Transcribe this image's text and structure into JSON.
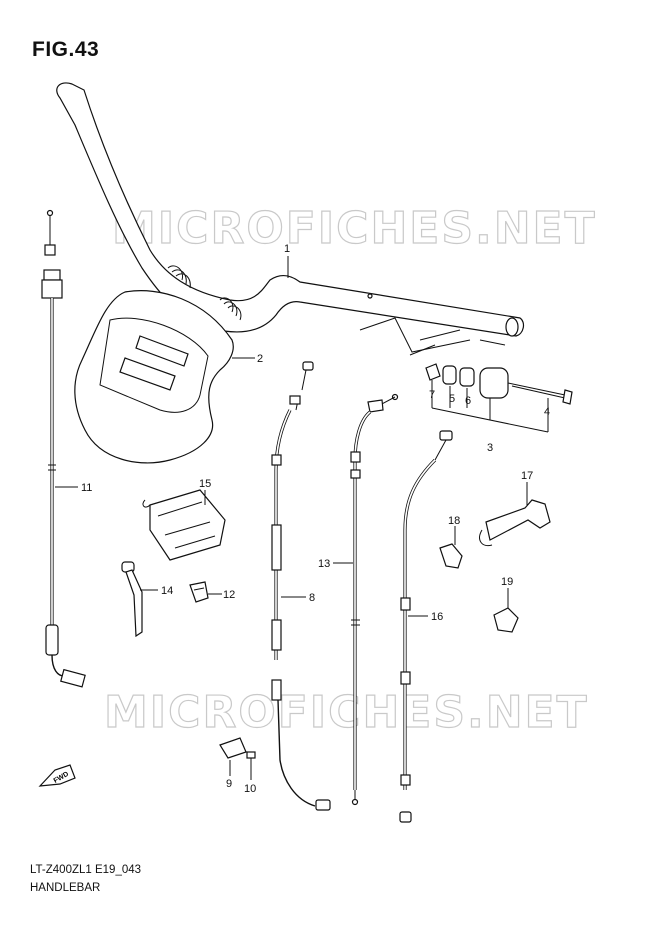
{
  "figure": {
    "title": "FIG.43",
    "model_code": "LT-Z400ZL1 E19_043",
    "name": "HANDLEBAR",
    "watermark": "MICROFICHES.NET",
    "direction_label": "FWD"
  },
  "callouts": [
    {
      "id": "c1",
      "label": "1"
    },
    {
      "id": "c2",
      "label": "2"
    },
    {
      "id": "c3",
      "label": "3"
    },
    {
      "id": "c4",
      "label": "4"
    },
    {
      "id": "c5",
      "label": "5"
    },
    {
      "id": "c6",
      "label": "6"
    },
    {
      "id": "c7",
      "label": "7"
    },
    {
      "id": "c8",
      "label": "8"
    },
    {
      "id": "c9",
      "label": "9"
    },
    {
      "id": "c10",
      "label": "10"
    },
    {
      "id": "c11",
      "label": "11"
    },
    {
      "id": "c12",
      "label": "12"
    },
    {
      "id": "c13",
      "label": "13"
    },
    {
      "id": "c14",
      "label": "14"
    },
    {
      "id": "c15",
      "label": "15"
    },
    {
      "id": "c16",
      "label": "16"
    },
    {
      "id": "c17",
      "label": "17"
    },
    {
      "id": "c18",
      "label": "18"
    },
    {
      "id": "c19",
      "label": "19"
    }
  ]
}
